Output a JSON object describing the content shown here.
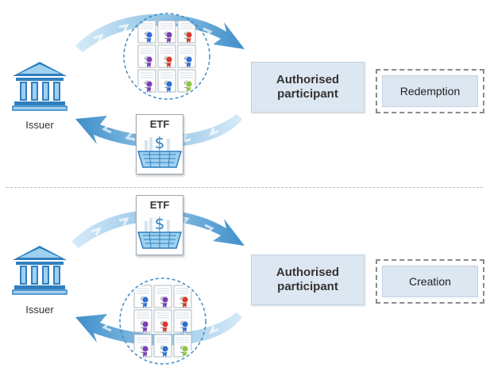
{
  "top": {
    "issuer_label": "Issuer",
    "ap_label": "Authorised participant",
    "process_label": "Redemption",
    "etf_label": "ETF"
  },
  "bottom": {
    "issuer_label": "Issuer",
    "ap_label": "Authorised participant",
    "process_label": "Creation",
    "etf_label": "ETF"
  },
  "colors": {
    "arrow_light": "#d6ebf8",
    "arrow_dark": "#3f8ec9",
    "box_fill": "#dde7f1",
    "icon_blue": "#2e7fbf",
    "ribbon_blue": "#2f6fd1",
    "ribbon_purple": "#7a3fb5",
    "ribbon_red": "#d63a2a",
    "ribbon_green": "#8cc63e"
  },
  "certificate_ribbons": [
    "blue",
    "purple",
    "red",
    "purple",
    "red",
    "blue",
    "purple",
    "blue",
    "green"
  ]
}
